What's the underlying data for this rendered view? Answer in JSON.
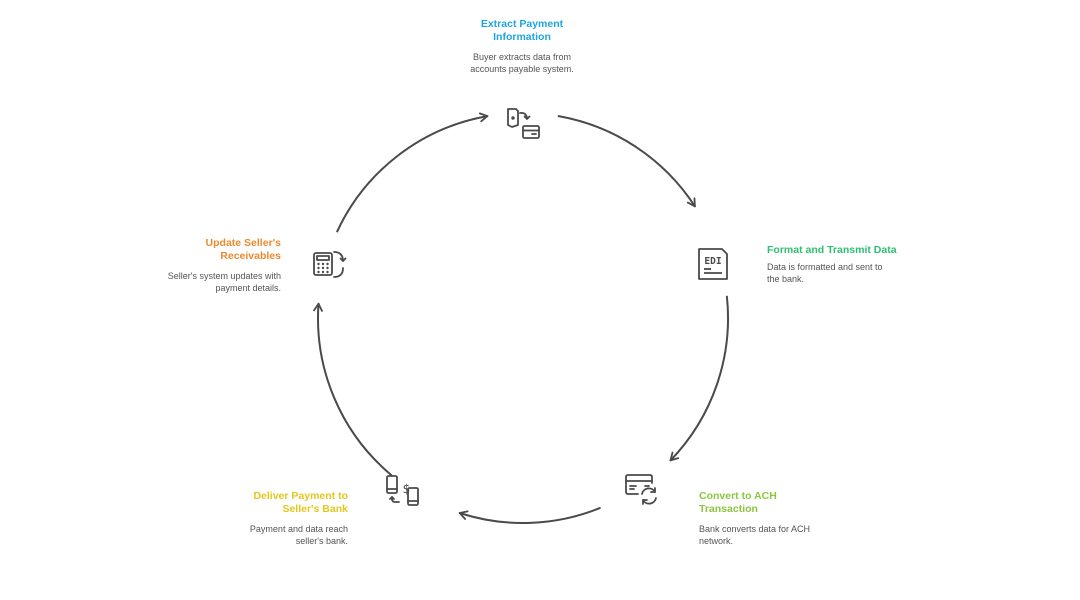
{
  "diagram": {
    "stroke_color": "#4a4a4a",
    "steps": [
      {
        "title_line1": "Extract Payment",
        "title_line2": "Information",
        "desc_line1": "Buyer extracts data from",
        "desc_line2": "accounts payable system.",
        "color": "#1ea5dc",
        "icon": "card-transfer-icon"
      },
      {
        "title_line1": "Format and Transmit Data",
        "title_line2": "",
        "desc_line1": "Data is formatted and sent to",
        "desc_line2": "the bank.",
        "color": "#2fbf71",
        "icon": "edi-document-icon",
        "icon_text": "EDI"
      },
      {
        "title_line1": "Convert to ACH",
        "title_line2": "Transaction",
        "desc_line1": "Bank converts data for ACH",
        "desc_line2": "network.",
        "color": "#8cc63f",
        "icon": "card-refresh-icon"
      },
      {
        "title_line1": "Deliver Payment to",
        "title_line2": "Seller's Bank",
        "desc_line1": "Payment and data reach",
        "desc_line2": "seller's bank.",
        "color": "#e3c71b",
        "icon": "mobile-payment-icon",
        "icon_text": "$"
      },
      {
        "title_line1": "Update Seller's",
        "title_line2": "Receivables",
        "desc_line1": "Seller's system updates with",
        "desc_line2": "payment details.",
        "color": "#ea8a2e",
        "icon": "calculator-cycle-icon"
      }
    ]
  }
}
